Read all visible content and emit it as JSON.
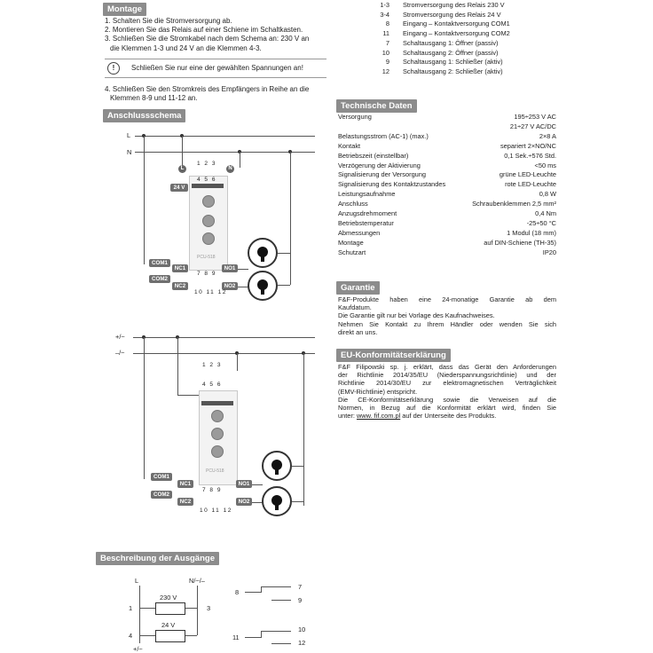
{
  "montage": {
    "title": "Montage",
    "steps": [
      "1. Schalten Sie die Stromversorgung ab.",
      "2. Montieren Sie das Relais auf einer Schiene im Schaltkasten.",
      "3. Schließen Sie die Stromkabel nach dem Schema an: 230 V an",
      "die Klemmen 1-3 und 24 V an die Klemmen 4-3."
    ],
    "warning": "Schließen Sie nur eine der gewählten Spannungen an!",
    "step4": [
      "4. Schließen Sie den Stromkreis des Empfängers in Reihe an die",
      "Klemmen 8-9 und 11-12 an."
    ]
  },
  "anschlussschema": {
    "title": "Anschlussschema"
  },
  "diagram1": {
    "L": "L",
    "N": "N",
    "terms_top": "1 2 3",
    "terms_mid": "4 5 6",
    "terms_bot": "7 8 9",
    "terms_bot2": "10 11 12",
    "in_L": "L",
    "in_N": "N",
    "v24": "24 V",
    "model": "PCU-518",
    "com1": "COM1",
    "com2": "COM2",
    "nc1": "NC1",
    "nc2": "NC2",
    "no1": "NO1",
    "no2": "NO2"
  },
  "diagram2": {
    "plus": "+/~",
    "minus": "–/~",
    "terms_top": "1 2 3",
    "terms_mid": "4 5 6",
    "terms_bot": "7 8 9",
    "terms_bot2": "10 11 12",
    "model": "PCU-518",
    "com1": "COM1",
    "com2": "COM2",
    "nc1": "NC1",
    "nc2": "NC2",
    "no1": "NO1",
    "no2": "NO2"
  },
  "terminals": [
    {
      "num": "1-3",
      "desc": "Stromversorgung des Relais 230 V"
    },
    {
      "num": "3-4",
      "desc": "Stromversorgung des Relais 24 V"
    },
    {
      "num": "8",
      "desc": "Eingang – Kontaktversorgung COM1"
    },
    {
      "num": "11",
      "desc": "Eingang – Kontaktversorgung COM2"
    },
    {
      "num": "7",
      "desc": "Schaltausgang 1: Öffner (passiv)"
    },
    {
      "num": "10",
      "desc": "Schaltausgang 2: Öffner (passiv)"
    },
    {
      "num": "9",
      "desc": "Schaltausgang 1: Schließer (aktiv)"
    },
    {
      "num": "12",
      "desc": "Schaltausgang 2: Schließer (aktiv)"
    }
  ],
  "tech": {
    "title": "Technische Daten",
    "rows": [
      {
        "label": "Versorgung",
        "value": "195÷253 V AC"
      },
      {
        "label": "",
        "value": "21÷27 V AC/DC"
      },
      {
        "label": "Belastungsstrom (AC-1) (max.)",
        "value": "2×8 A"
      },
      {
        "label": "Kontakt",
        "value": "separiert 2×NO/NC"
      },
      {
        "label": "Betriebszeit (einstellbar)",
        "value": "0,1 Sek.÷576 Std."
      },
      {
        "label": "Verzögerung der Aktivierung",
        "value": "<50 ms"
      },
      {
        "label": "Signalisierung der Versorgung",
        "value": "grüne LED-Leuchte"
      },
      {
        "label": "Signalisierung des Kontaktzustandes",
        "value": "rote LED-Leuchte"
      },
      {
        "label": "Leistungsaufnahme",
        "value": "0,8 W"
      },
      {
        "label": "Anschluss",
        "value": "Schraubenklemmen 2,5 mm²"
      },
      {
        "label": "Anzugsdrehmoment",
        "value": "0,4 Nm"
      },
      {
        "label": "Betriebstemperatur",
        "value": "-25÷50 °C"
      },
      {
        "label": "Abmessungen",
        "value": "1 Modul (18 mm)"
      },
      {
        "label": "Montage",
        "value": "auf DIN-Schiene (TH-35)"
      },
      {
        "label": "Schutzart",
        "value": "IP20"
      }
    ]
  },
  "garantie": {
    "title": "Garantie",
    "lines": [
      "F&F-Produkte haben eine 24-monatige Garantie ab dem",
      "Kaufdatum.",
      "Die Garantie gilt nur bei Vorlage des Kaufnachweises.",
      "Nehmen Sie Kontakt zu Ihrem Händler oder wenden Sie sich",
      "direkt an uns."
    ]
  },
  "eu": {
    "title": "EU-Konformitätserklärung",
    "lines": [
      "F&F Filipowski sp. j. erklärt, dass das Gerät den Anforderungen",
      "der Richtlinie 2014/35/EU (Niederspannungsrichtlinie) und der",
      "Richtlinie 2014/30/EU zur elektromagnetischen Verträglichkeit",
      "(EMV-Richtlinie) entspricht.",
      "Die CE-Konformitätserklärung sowie die Verweisen auf die",
      "Normen, in Bezug auf die Konformität erklärt wird, finden Sie",
      "unter: "
    ],
    "link": "www. fif.com.pl",
    "link_suffix": " auf der Unterseite des Produkts."
  },
  "beschreibung": {
    "title": "Beschreibung der Ausgänge",
    "L": "L",
    "N": "N/~/–",
    "v230": "230 V",
    "v24": "24 V",
    "t1": "1",
    "t3": "3",
    "t4": "4",
    "plus": "+/~",
    "t8": "8",
    "t7": "7",
    "t9": "9",
    "t11": "11",
    "t10": "10",
    "t12": "12"
  }
}
